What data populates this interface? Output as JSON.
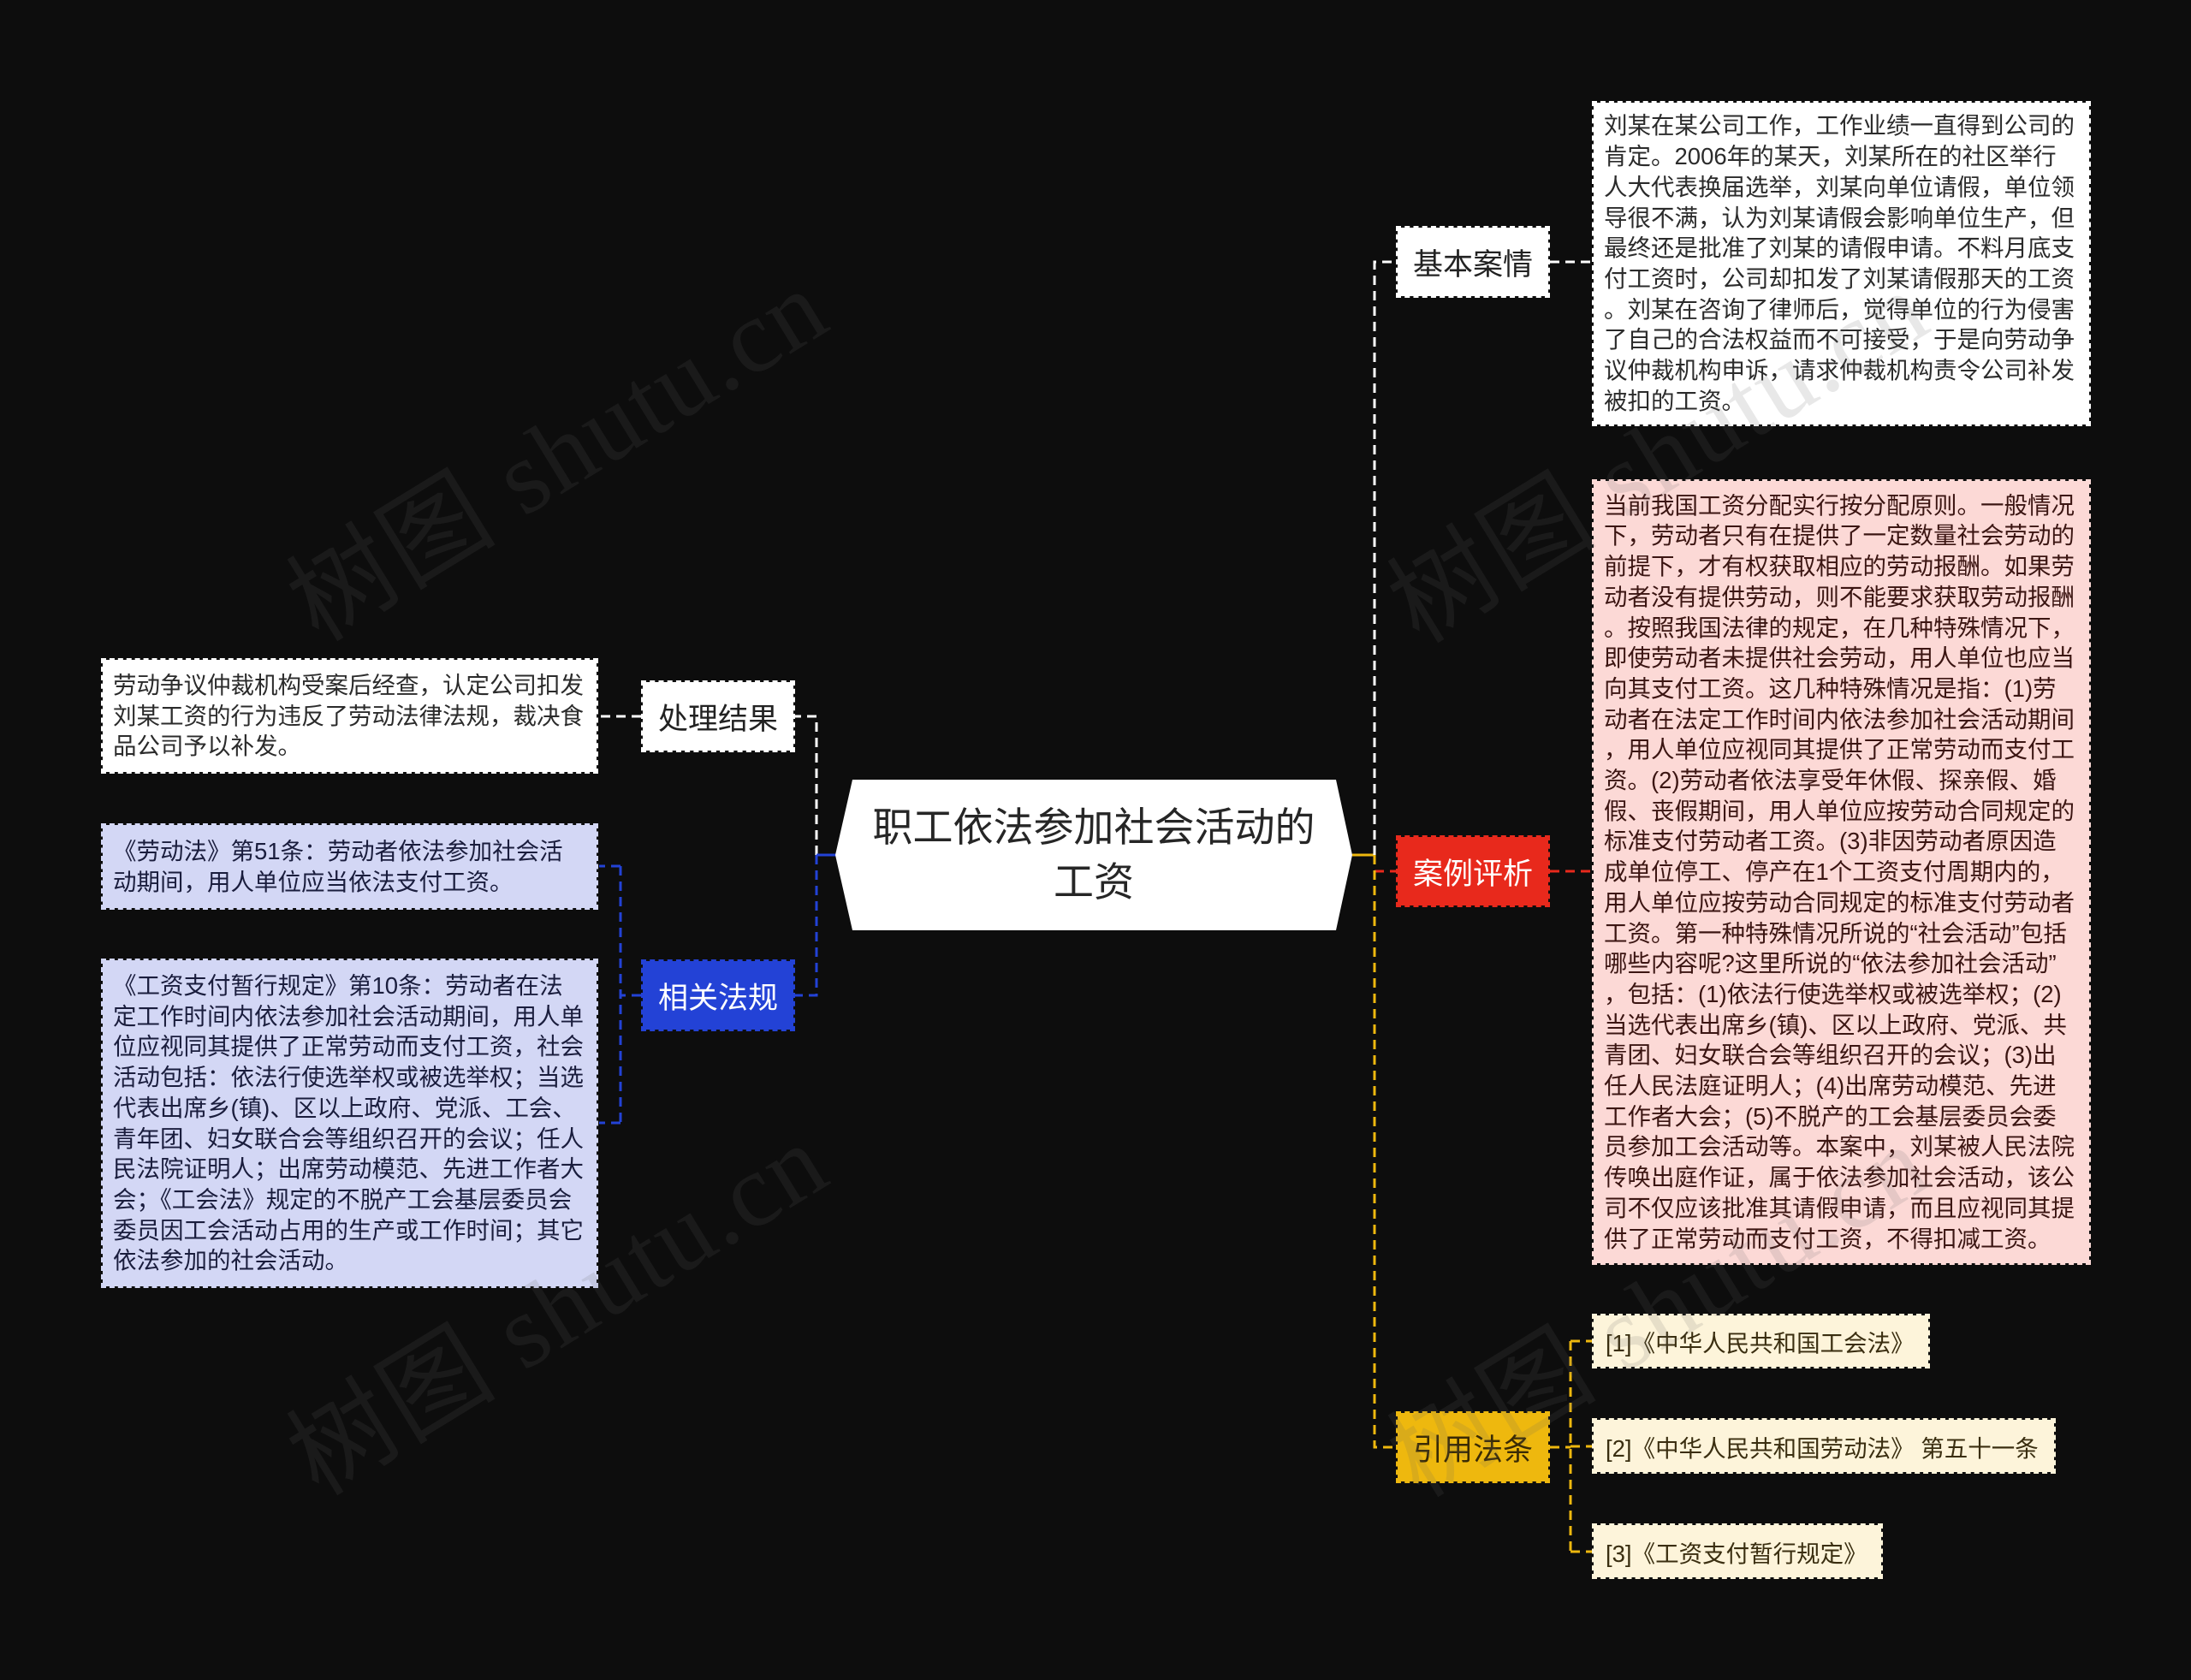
{
  "theme": {
    "canvas_background": "#0d0d0d",
    "root_fill": "#ffffff",
    "root_text_color": "#262626"
  },
  "watermark": {
    "text": "树图 shutu.cn"
  },
  "root": {
    "title": "职工依法参加社会活动的工资"
  },
  "branches": [
    {
      "label": "处理结果",
      "color": "#ffffff",
      "label_text_color": "#222222",
      "line_color": "#ffffff",
      "detail_fill": "#ffffff",
      "detail_text_color": "#2b2b2b",
      "details": [
        "劳动争议仲裁机构受案后经查，认定公司扣发刘某工资的行为违反了劳动法律法规，裁决食品公司予以补发。"
      ]
    },
    {
      "label": "相关法规",
      "color": "#2342d6",
      "label_text_color": "#ffffff",
      "line_color": "#2342d6",
      "detail_fill": "#d3d7f5",
      "detail_text_color": "#1a1d3d",
      "details": [
        "《劳动法》第51条：劳动者依法参加社会活动期间，用人单位应当依法支付工资。",
        "《工资支付暂行规定》第10条：劳动者在法定工作时间内依法参加社会活动期间，用人单位应视同其提供了正常劳动而支付工资，社会活动包括：依法行使选举权或被选举权；当选代表出席乡(镇)、区以上政府、党派、工会、青年团、妇女联合会等组织召开的会议；任人民法院证明人；出席劳动模范、先进工作者大会；《工会法》规定的不脱产工会基层委员会委员因工会活动占用的生产或工作时间；其它依法参加的社会活动。"
      ]
    },
    {
      "label": "基本案情",
      "color": "#ffffff",
      "label_text_color": "#222222",
      "line_color": "#ffffff",
      "detail_fill": "#ffffff",
      "detail_text_color": "#2b2b2b",
      "details": [
        "刘某在某公司工作，工作业绩一直得到公司的肯定。2006年的某天，刘某所在的社区举行人大代表换届选举，刘某向单位请假，单位领导很不满，认为刘某请假会影响单位生产，但最终还是批准了刘某的请假申请。不料月底支付工资时，公司却扣发了刘某请假那天的工资。刘某在咨询了律师后，觉得单位的行为侵害了自己的合法权益而不可接受，于是向劳动争议仲裁机构申诉，请求仲裁机构责令公司补发被扣的工资。"
      ]
    },
    {
      "label": "案例评析",
      "color": "#e8291c",
      "label_text_color": "#ffffff",
      "line_color": "#e8291c",
      "detail_fill": "#fcd9d6",
      "detail_text_color": "#3b1512",
      "details": [
        "当前我国工资分配实行按分配原则。一般情况下，劳动者只有在提供了一定数量社会劳动的前提下，才有权获取相应的劳动报酬。如果劳动者没有提供劳动，则不能要求获取劳动报酬。按照我国法律的规定，在几种特殊情况下，即使劳动者未提供社会劳动，用人单位也应当向其支付工资。这几种特殊情况是指：(1)劳动者在法定工作时间内依法参加社会活动期间，用人单位应视同其提供了正常劳动而支付工资。(2)劳动者依法享受年休假、探亲假、婚假、丧假期间，用人单位应按劳动合同规定的标准支付劳动者工资。(3)非因劳动者原因造成单位停工、停产在1个工资支付周期内的，用人单位应按劳动合同规定的标准支付劳动者工资。第一种特殊情况所说的“社会活动”包括哪些内容呢?这里所说的“依法参加社会活动”，包括：(1)依法行使选举权或被选举权；(2)当选代表出席乡(镇)、区以上政府、党派、共青团、妇女联合会等组织召开的会议；(3)出任人民法庭证明人；(4)出席劳动模范、先进工作者大会；(5)不脱产的工会基层委员会委员参加工会活动等。本案中，刘某被人民法院传唤出庭作证，属于依法参加社会活动，该公司不仅应该批准其请假申请，而且应视同其提供了正常劳动而支付工资，不得扣减工资。"
      ]
    },
    {
      "label": "引用法条",
      "color": "#eeb80e",
      "label_text_color": "#3a2b05",
      "line_color": "#eeb80e",
      "detail_fill": "#fdf4da",
      "detail_text_color": "#3a2e10",
      "details": [
        "[1]《中华人民共和国工会法》",
        "[2]《中华人民共和国劳动法》 第五十一条",
        "[3]《工资支付暂行规定》"
      ]
    }
  ]
}
